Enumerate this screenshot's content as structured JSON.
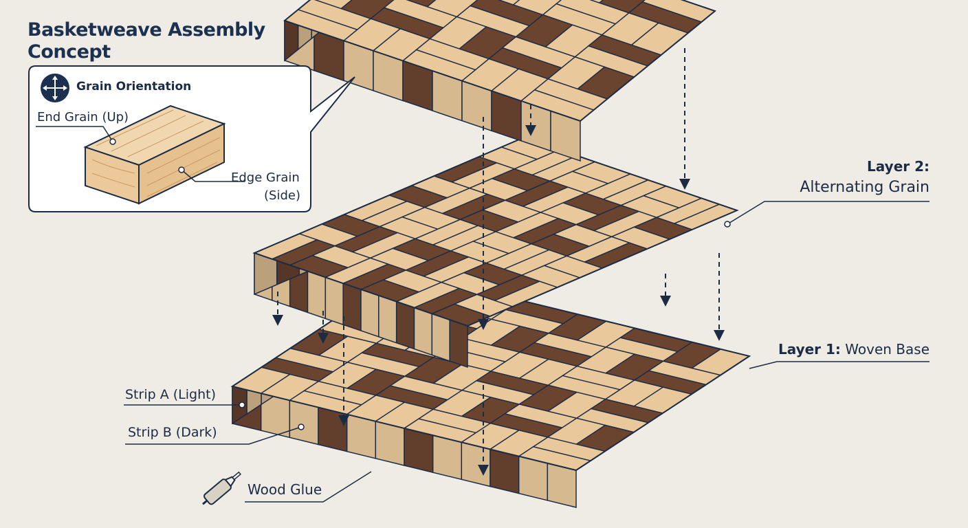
{
  "title": "Basketweave Assembly Concept",
  "inset": {
    "heading": "Grain Orientation",
    "icon": "move-arrows-icon",
    "end_grain": "End Grain (Up)",
    "edge_grain_line1": "Edge Grain",
    "edge_grain_line2": "(Side)"
  },
  "layer2": {
    "name": "Layer 2:",
    "desc": "Alternating Grain"
  },
  "layer1": {
    "name": "Layer 1:",
    "desc": "Woven Base"
  },
  "strip_a": "Strip A (Light)",
  "strip_b": "Strip B (Dark)",
  "glue": "Wood Glue",
  "colors": {
    "light_wood": "#e9c99b",
    "dark_wood": "#6b4430",
    "ink": "#1c2b44",
    "background": "#efece6"
  }
}
